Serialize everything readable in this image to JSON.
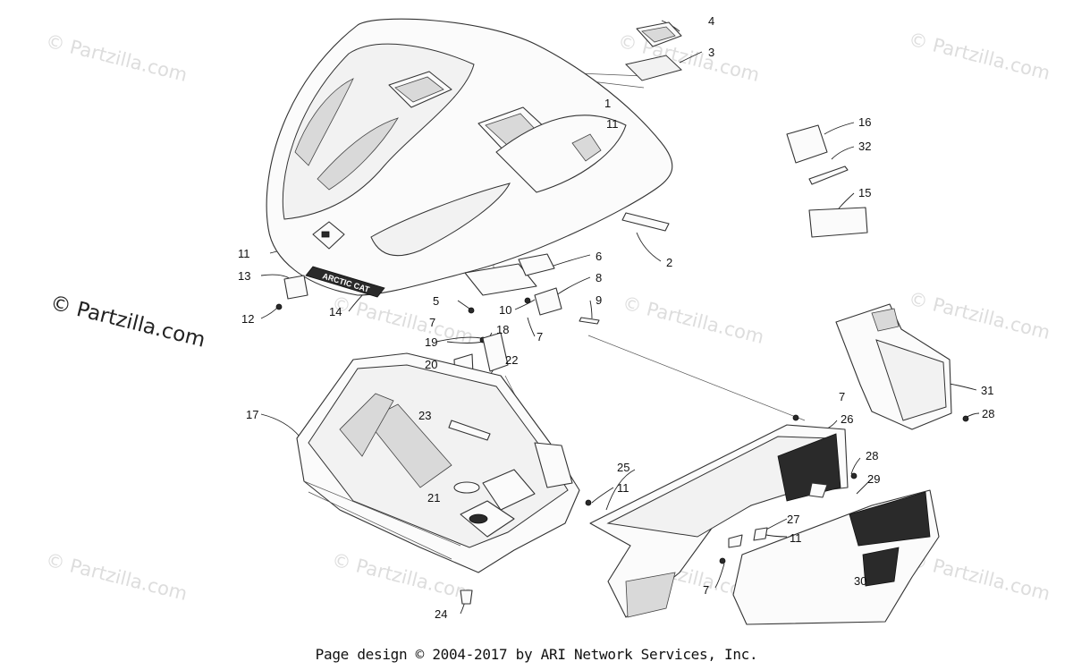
{
  "watermark_text": "© Partzilla.com",
  "watermark_main": "© Partzilla.com",
  "brand_text": "ARCTIC CAT",
  "footer": "Page design © 2004-2017 by ARI Network Services, Inc.",
  "callouts": [
    "1",
    "2",
    "3",
    "4",
    "5",
    "6",
    "7",
    "8",
    "9",
    "10",
    "11",
    "12",
    "13",
    "14",
    "15",
    "16",
    "17",
    "18",
    "19",
    "20",
    "21",
    "22",
    "23",
    "24",
    "25",
    "26",
    "27",
    "28",
    "29",
    "30",
    "31",
    "32"
  ]
}
